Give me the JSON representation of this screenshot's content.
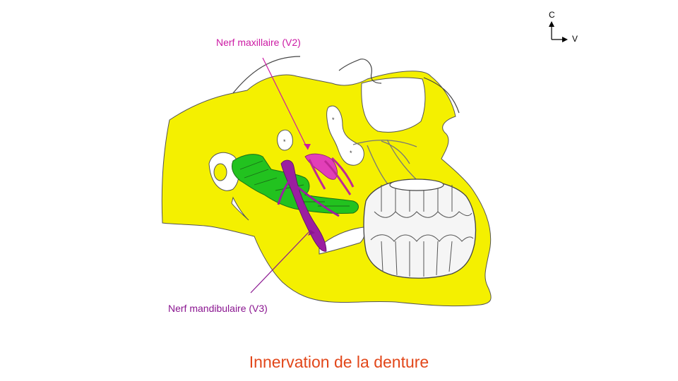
{
  "title": "Innervation de la denture",
  "labels": {
    "v2": "Nerf maxillaire (V2)",
    "v3": "Nerf mandibulaire (V3)"
  },
  "orientation": {
    "up": "C",
    "right": "V"
  },
  "colors": {
    "bone": "#f4f000",
    "v2_label": "#cc1aa4",
    "v3_label": "#8a1590",
    "nerve": "#9b1fa0",
    "maxillary_nerve": "#e23fb8",
    "muscle": "#22c21f",
    "title": "#e2471a",
    "outline": "#555555"
  }
}
